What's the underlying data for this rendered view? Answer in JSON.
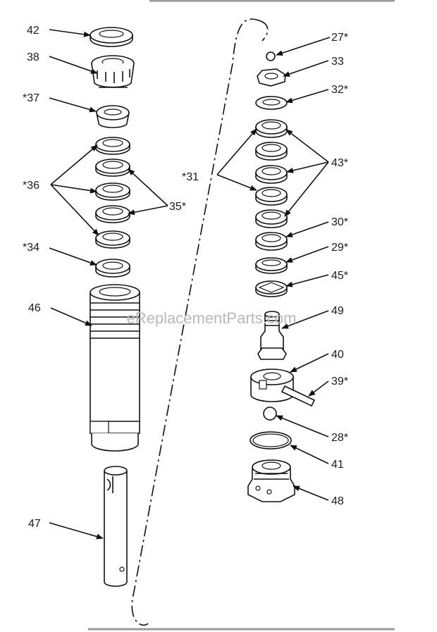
{
  "watermark": "eReplacementParts.com",
  "labels": {
    "l42": "42",
    "l38": "38",
    "l37": "*37",
    "l36": "*36",
    "l35": "35*",
    "l34": "*34",
    "l46": "46",
    "l47": "47",
    "l31": "*31",
    "l27": "27*",
    "l33": "33",
    "l32": "32*",
    "l43": "43*",
    "l30": "30*",
    "l29": "29*",
    "l45": "45*",
    "l49": "49",
    "l40": "40",
    "l39": "39*",
    "l28": "28*",
    "l41": "41",
    "l48": "48"
  },
  "colors": {
    "ink": "#111111",
    "watermark": "#b8b8b8",
    "rule": "#9a9a9a"
  }
}
